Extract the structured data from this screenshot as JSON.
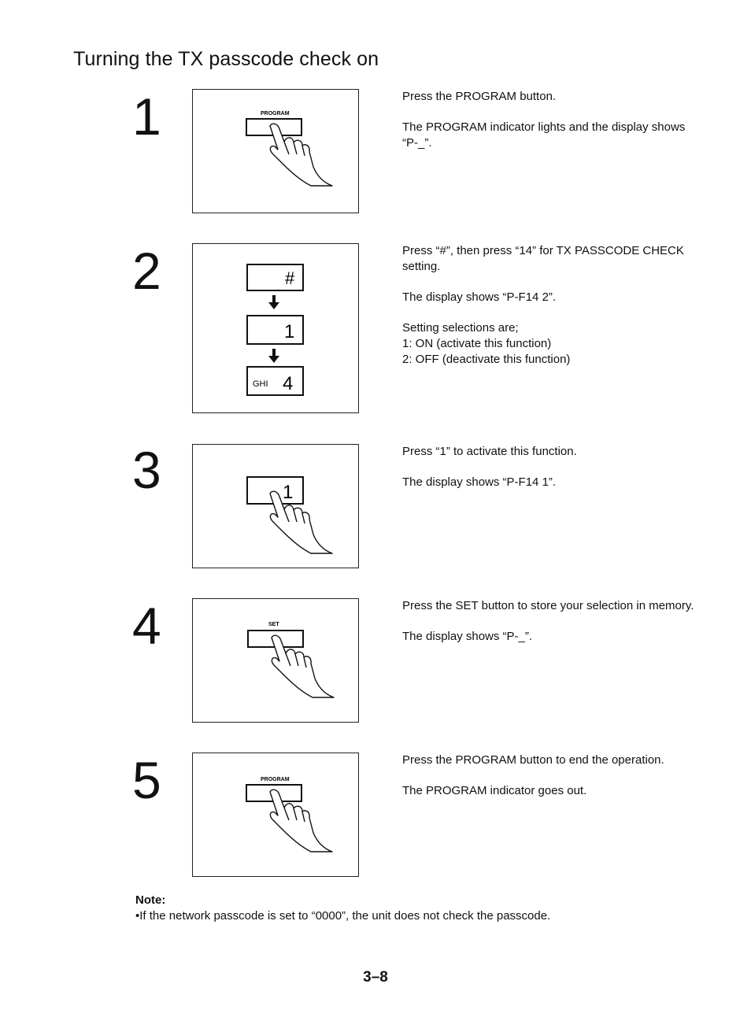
{
  "page": {
    "title": "Turning the TX passcode check on",
    "page_number": "3–8"
  },
  "steps": [
    {
      "number": "1",
      "illustration": {
        "button_label": "PROGRAM",
        "icon": "hand-pressing-button-icon"
      },
      "paragraphs": [
        "Press the PROGRAM button.",
        "The PROGRAM indicator lights and the display shows “P-_”."
      ]
    },
    {
      "number": "2",
      "illustration": {
        "keys": [
          "#",
          "1",
          "4"
        ],
        "key_letters": "GHI",
        "icon": "arrow-down-icon"
      },
      "paragraphs": [
        "Press “#”, then press “14” for TX PASSCODE CHECK setting.",
        "The display shows “P-F14   2”."
      ],
      "list_intro": "Setting selections are;",
      "list": [
        "1:  ON (activate this function)",
        "2:  OFF (deactivate this function)"
      ]
    },
    {
      "number": "3",
      "illustration": {
        "key": "1",
        "icon": "hand-pressing-button-icon"
      },
      "paragraphs": [
        "Press “1” to activate this function.",
        "The display shows “P-F14   1”."
      ]
    },
    {
      "number": "4",
      "illustration": {
        "button_label": "SET",
        "icon": "hand-pressing-button-icon"
      },
      "paragraphs": [
        "Press the SET button to store your selection in memory.",
        "The display shows “P-_”."
      ]
    },
    {
      "number": "5",
      "illustration": {
        "button_label": "PROGRAM",
        "icon": "hand-pressing-button-icon"
      },
      "paragraphs": [
        "Press the PROGRAM button to end the operation.",
        "The PROGRAM indicator goes out."
      ]
    }
  ],
  "note": {
    "label": "Note:",
    "text": "•If the network passcode is set to “0000”, the unit does not check the passcode."
  }
}
